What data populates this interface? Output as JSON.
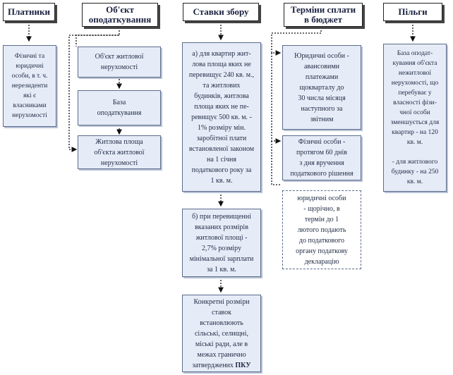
{
  "headers": {
    "payers": "Платники",
    "object": "Об'єкт\nоподаткування",
    "rates": "Ставки збору",
    "terms": "Терміни сплати\nв бюджет",
    "benefits": "Пільги"
  },
  "payers": {
    "box1": "Фізичні та\nюридичні\nособи, в т. ч.\nнерезиденти\nякі є\nвласниками\nнерухомості"
  },
  "object": {
    "box1": "Об'єкт житлової\nнерухомості",
    "box2": "База\nоподаткування",
    "box3": "Житлова площа\nоб'єкта житлової\nнерухомості"
  },
  "rates": {
    "box1": "а) для квартир жит-\nлова площа яких не\nперевищує 240 кв. м.,\nта житлових\nбудинків, житлова\nплоща яких не пе-\nревищує 500 кв. м. -\n1% розміру мін.\nзаробітної плати\nвстановленої законом\nна 1 січня\nподаткового року за\n1 кв. м.",
    "box2": "б) при перевищенні\nвказаних розмірів\nжитлової площі -\n2,7% розміру\nмінімальної зарплати\nза 1 кв. м.",
    "box3_main": "Конкретні розміри\nставок\nвстановлюють\nсільські, селищні,\nміські ради, але в\nмежах гранично\nзатверджених ",
    "box3_bold": "ПКУ"
  },
  "terms": {
    "box1": "Юридичні особи -\nавансовими\nплатежами\nщокварталу до\n30 числа місяця\nнаступного за\nзвітним",
    "box2": "Фізичні особи -\nпротягом 60 днів\nз дня вручення\nподаткового рішення",
    "box3": "юридичні особи\n- щорічно, в\nтермін до 1\nлютого подають\nдо податкового\nоргану податкову\nдекларацію"
  },
  "benefits": {
    "box1": "База оподат-\nкування об'єкта\nнежитлової\nнерухомості, що\nперебуває у\nвласності фізи-\nчної особи\nзменшується для\nквартир - на 120\nкв. м.\n\n- для житлового\nбудинку - на 250\nкв. м."
  }
}
